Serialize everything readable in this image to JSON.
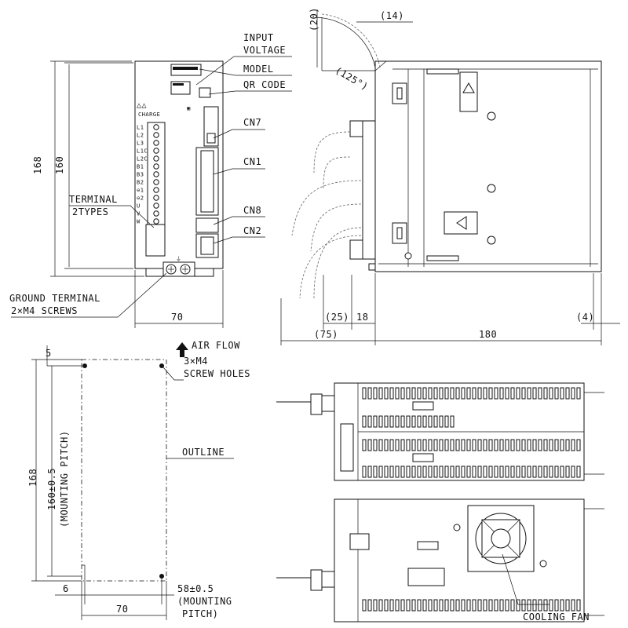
{
  "labels": {
    "input_voltage_1": "INPUT",
    "input_voltage_2": "VOLTAGE",
    "model": "MODEL",
    "qr_code": "QR CODE",
    "cn7": "CN7",
    "cn1": "CN1",
    "cn8": "CN8",
    "cn2": "CN2",
    "terminal_1": "TERMINAL",
    "terminal_2": "2TYPES",
    "ground_1": "GROUND TERMINAL",
    "ground_2": "2×M4 SCREWS",
    "air_flow": "AIR FLOW",
    "screw_holes_1": "3×M4",
    "screw_holes_2": "SCREW HOLES",
    "outline": "OUTLINE",
    "mounting_pitch_v": "(MOUNTING PITCH)",
    "mounting_pitch_h1": "(MOUNTING",
    "mounting_pitch_h2": "PITCH)",
    "cooling_fan": "COOLING FAN"
  },
  "dimensions": {
    "front_168": "168",
    "front_160": "160",
    "front_70": "70",
    "side_20": "(20)",
    "side_14": "(14)",
    "side_125": "(125°)",
    "side_25": "(25)",
    "side_18": "18",
    "side_4": "(4)",
    "side_75": "(75)",
    "side_180": "180",
    "mount_5": "5",
    "mount_168": "168",
    "mount_160": "160±0.5",
    "mount_6": "6",
    "mount_58": "58±0.5",
    "mount_70": "70"
  },
  "terminal_labels": [
    "L1",
    "L2",
    "L3",
    "L1C",
    "L2C",
    "B1",
    "B3",
    "B2",
    "⊖1",
    "⊖2",
    "U",
    "V",
    "W"
  ]
}
